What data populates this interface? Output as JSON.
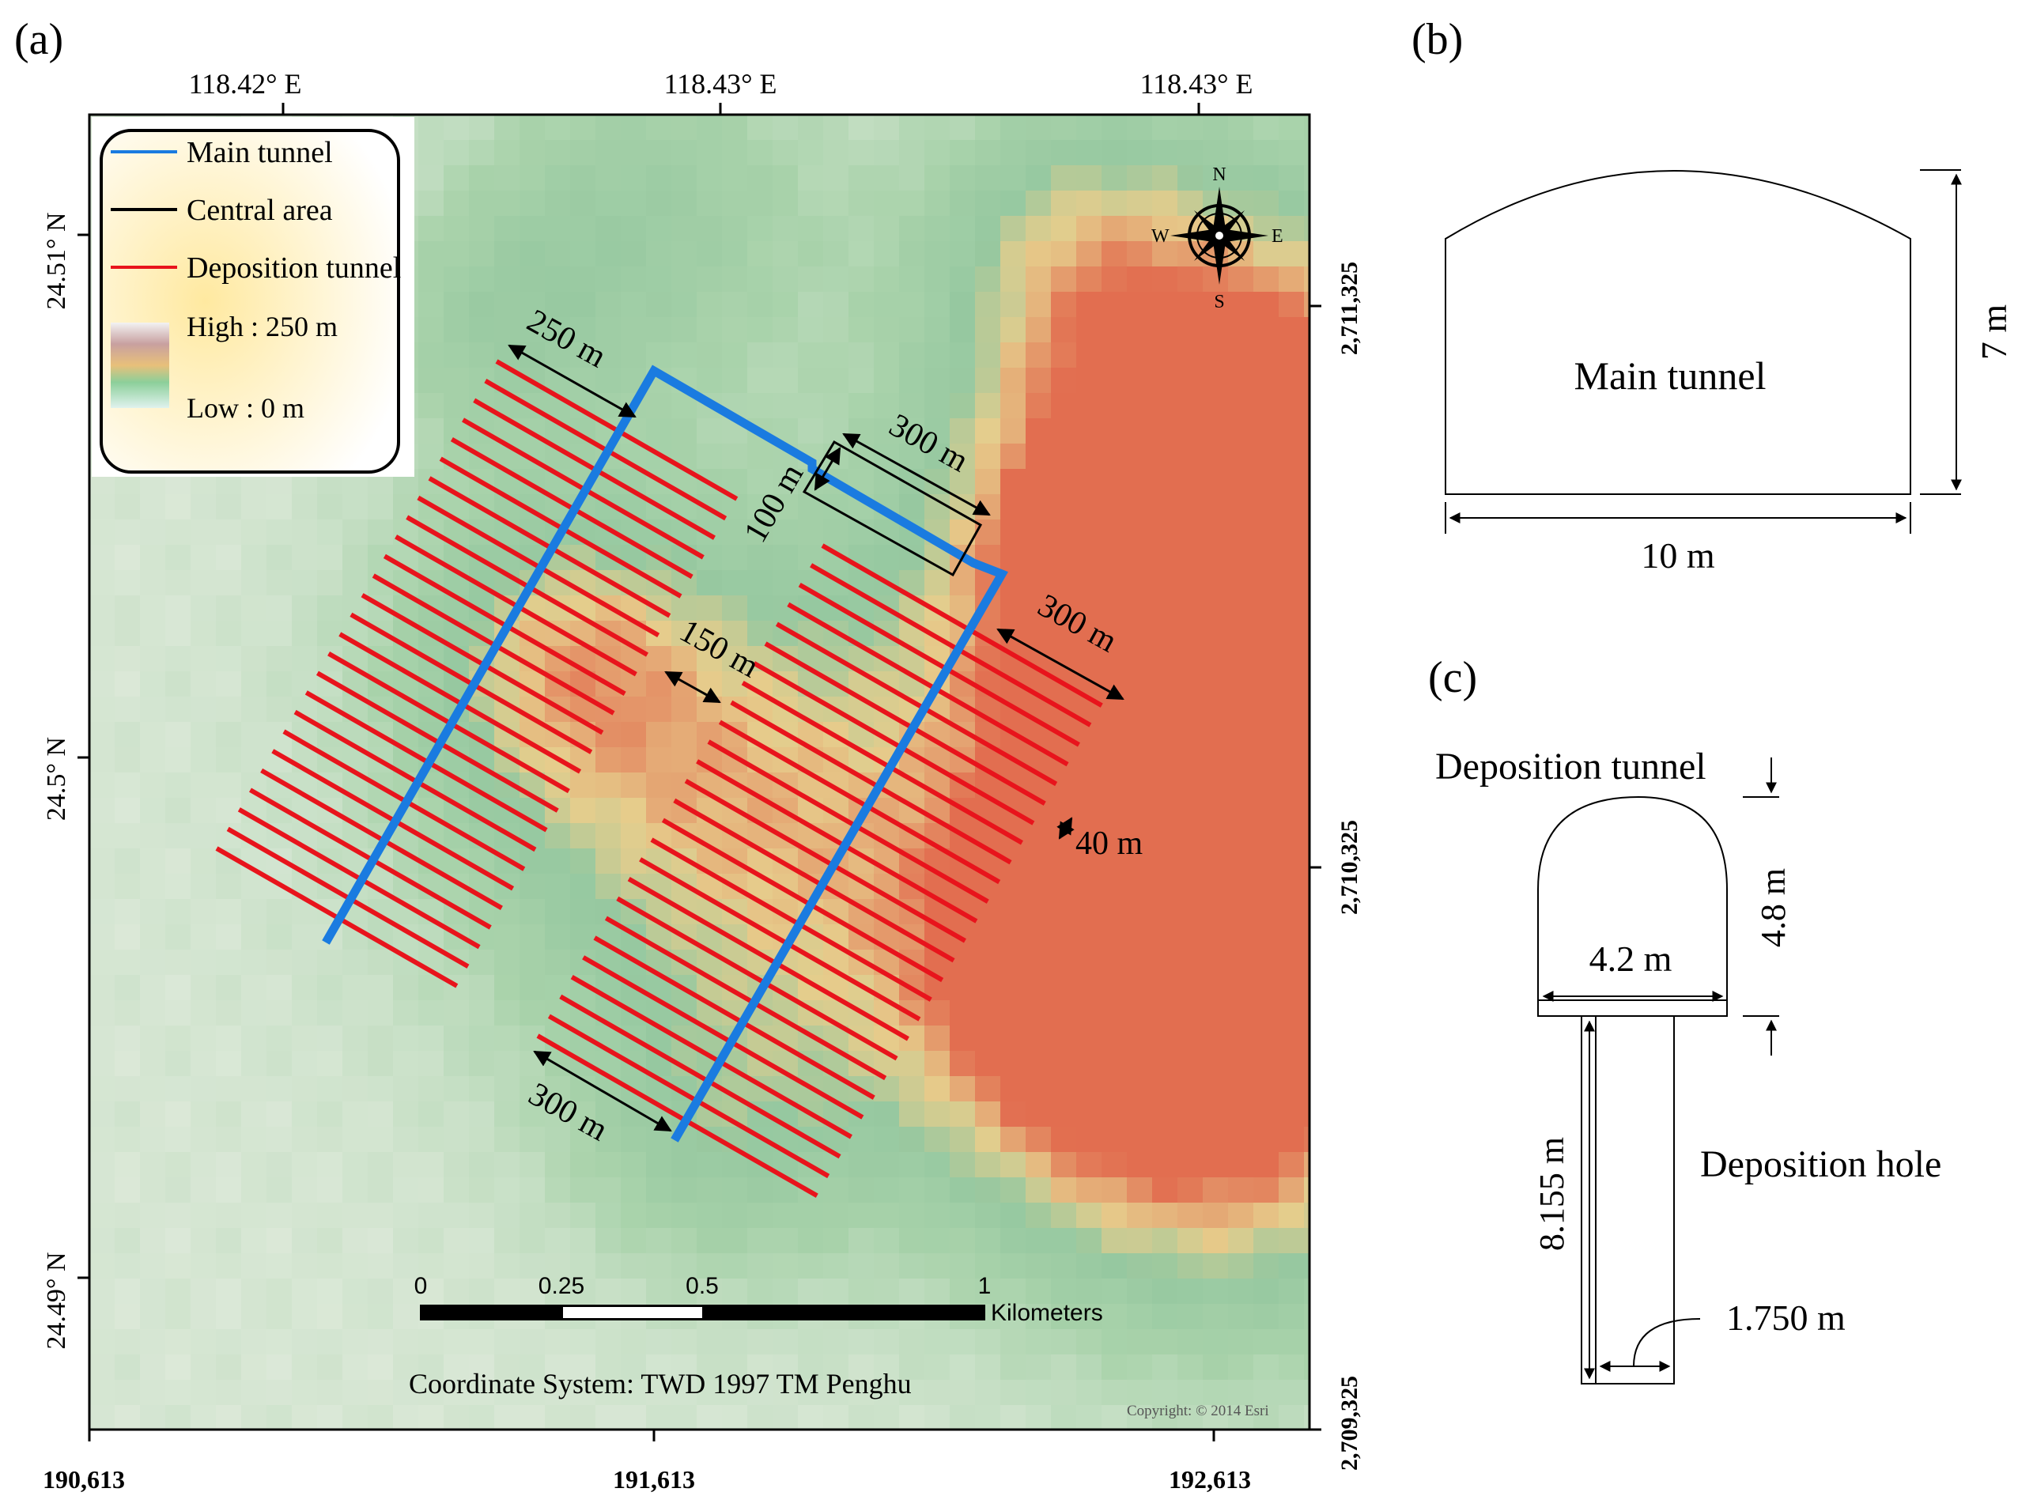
{
  "panels": {
    "a": "(a)",
    "b": "(b)",
    "c": "(c)"
  },
  "map": {
    "top_longitudes": [
      "118.42° E",
      "118.43° E",
      "118.43° E"
    ],
    "left_latitudes": [
      "24.51° N",
      "24.5° N",
      "24.49° N"
    ],
    "right_northings": [
      "2,711,325",
      "2,710,325",
      "2,709,325"
    ],
    "bottom_eastings": [
      "190,613",
      "191,613",
      "192,613"
    ],
    "legend": {
      "main_tunnel": "Main tunnel",
      "central_area": "Central area",
      "deposition_tunnel": "Deposition tunnel",
      "high": "High : 250 m",
      "low": "Low : 0 m"
    },
    "compass": {
      "n": "N",
      "s": "S",
      "e": "E",
      "w": "W"
    },
    "annotations": {
      "d250": "250 m",
      "d300_central": "300 m",
      "d100": "100 m",
      "d300_right": "300 m",
      "d150": "150 m",
      "d40": "40 m",
      "d300_bottom": "300 m"
    },
    "scale_bar": {
      "ticks": [
        "0",
        "0.25",
        "0.5",
        "1"
      ],
      "unit": "Kilometers"
    },
    "coordinate_system": "Coordinate System: TWD 1997 TM Penghu",
    "copyright": "Copyright: © 2014 Esri",
    "colors": {
      "main_tunnel": "#1a7be0",
      "deposition_tunnel": "#e8141c",
      "central_area": "#000000",
      "high_elevation": "#e05a3a",
      "low_elevation": "#dbeadc"
    }
  },
  "panel_b": {
    "label": "Main tunnel",
    "width": "10 m",
    "height": "7 m"
  },
  "panel_c": {
    "tunnel_label": "Deposition tunnel",
    "tunnel_width": "4.2 m",
    "tunnel_height": "4.8 m",
    "hole_label": "Deposition hole",
    "hole_depth": "8.155 m",
    "hole_diameter": "1.750 m"
  }
}
